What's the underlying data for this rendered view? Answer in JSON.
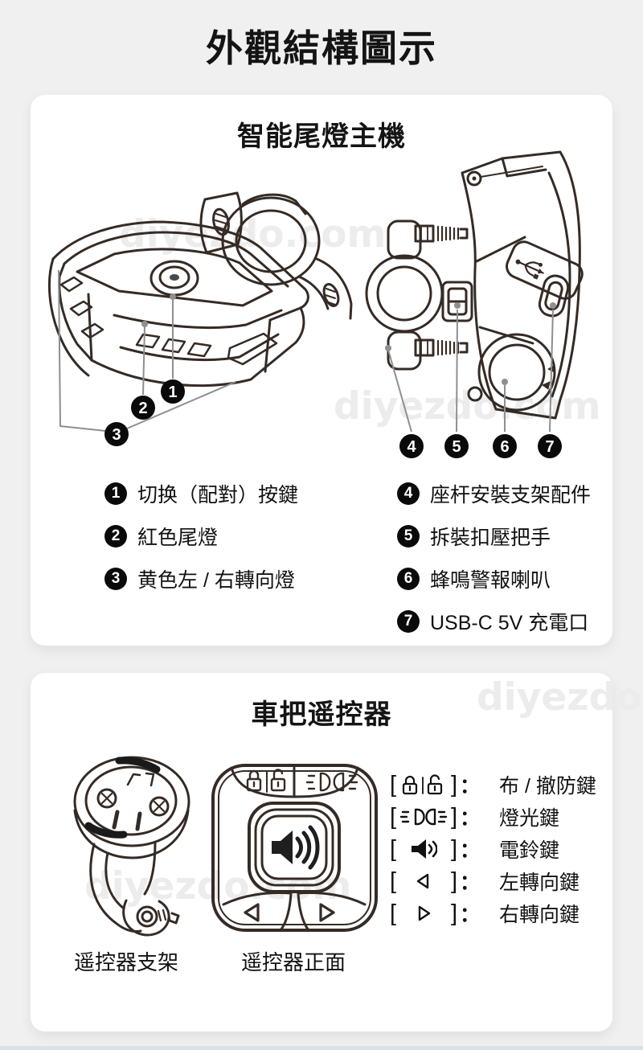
{
  "page": {
    "title": "外觀結構圖示",
    "watermark": "diyezdo.com",
    "colors": {
      "background": "#f0f0f1",
      "card": "#ffffff",
      "line_art": "#352b25",
      "leader_line": "#8f8f8f",
      "callout_badge": "#0a0a0a",
      "watermark": "#ececec",
      "bottom_strip": "#d9e3e5"
    }
  },
  "taillight_section": {
    "title": "智能尾燈主機",
    "callouts_left": [
      {
        "num": "1",
        "label": "切换（配對）按鍵"
      },
      {
        "num": "2",
        "label": "紅色尾燈"
      },
      {
        "num": "3",
        "label": "黄色左 / 右轉向燈"
      }
    ],
    "callouts_right": [
      {
        "num": "4",
        "label": "座杆安裝支架配件"
      },
      {
        "num": "5",
        "label": "拆裝扣壓把手"
      },
      {
        "num": "6",
        "label": "蜂鳴警報喇叭"
      },
      {
        "num": "7",
        "label": "USB-C 5V 充電口"
      }
    ]
  },
  "remote_section": {
    "title": "車把遥控器",
    "bracket_open": "[",
    "bracket_close": "]",
    "colon": "：",
    "buttons": [
      {
        "icon": "lock-pair-icon",
        "label": "布 / 撤防鍵"
      },
      {
        "icon": "headlight-icon",
        "label": "燈光鍵"
      },
      {
        "icon": "speaker-icon",
        "label": "電鈴鍵"
      },
      {
        "icon": "arrow-left-icon",
        "label": "左轉向鍵"
      },
      {
        "icon": "arrow-right-icon",
        "label": "右轉向鍵"
      }
    ],
    "captions": {
      "bracket": "遥控器支架",
      "front": "遥控器正面"
    }
  }
}
